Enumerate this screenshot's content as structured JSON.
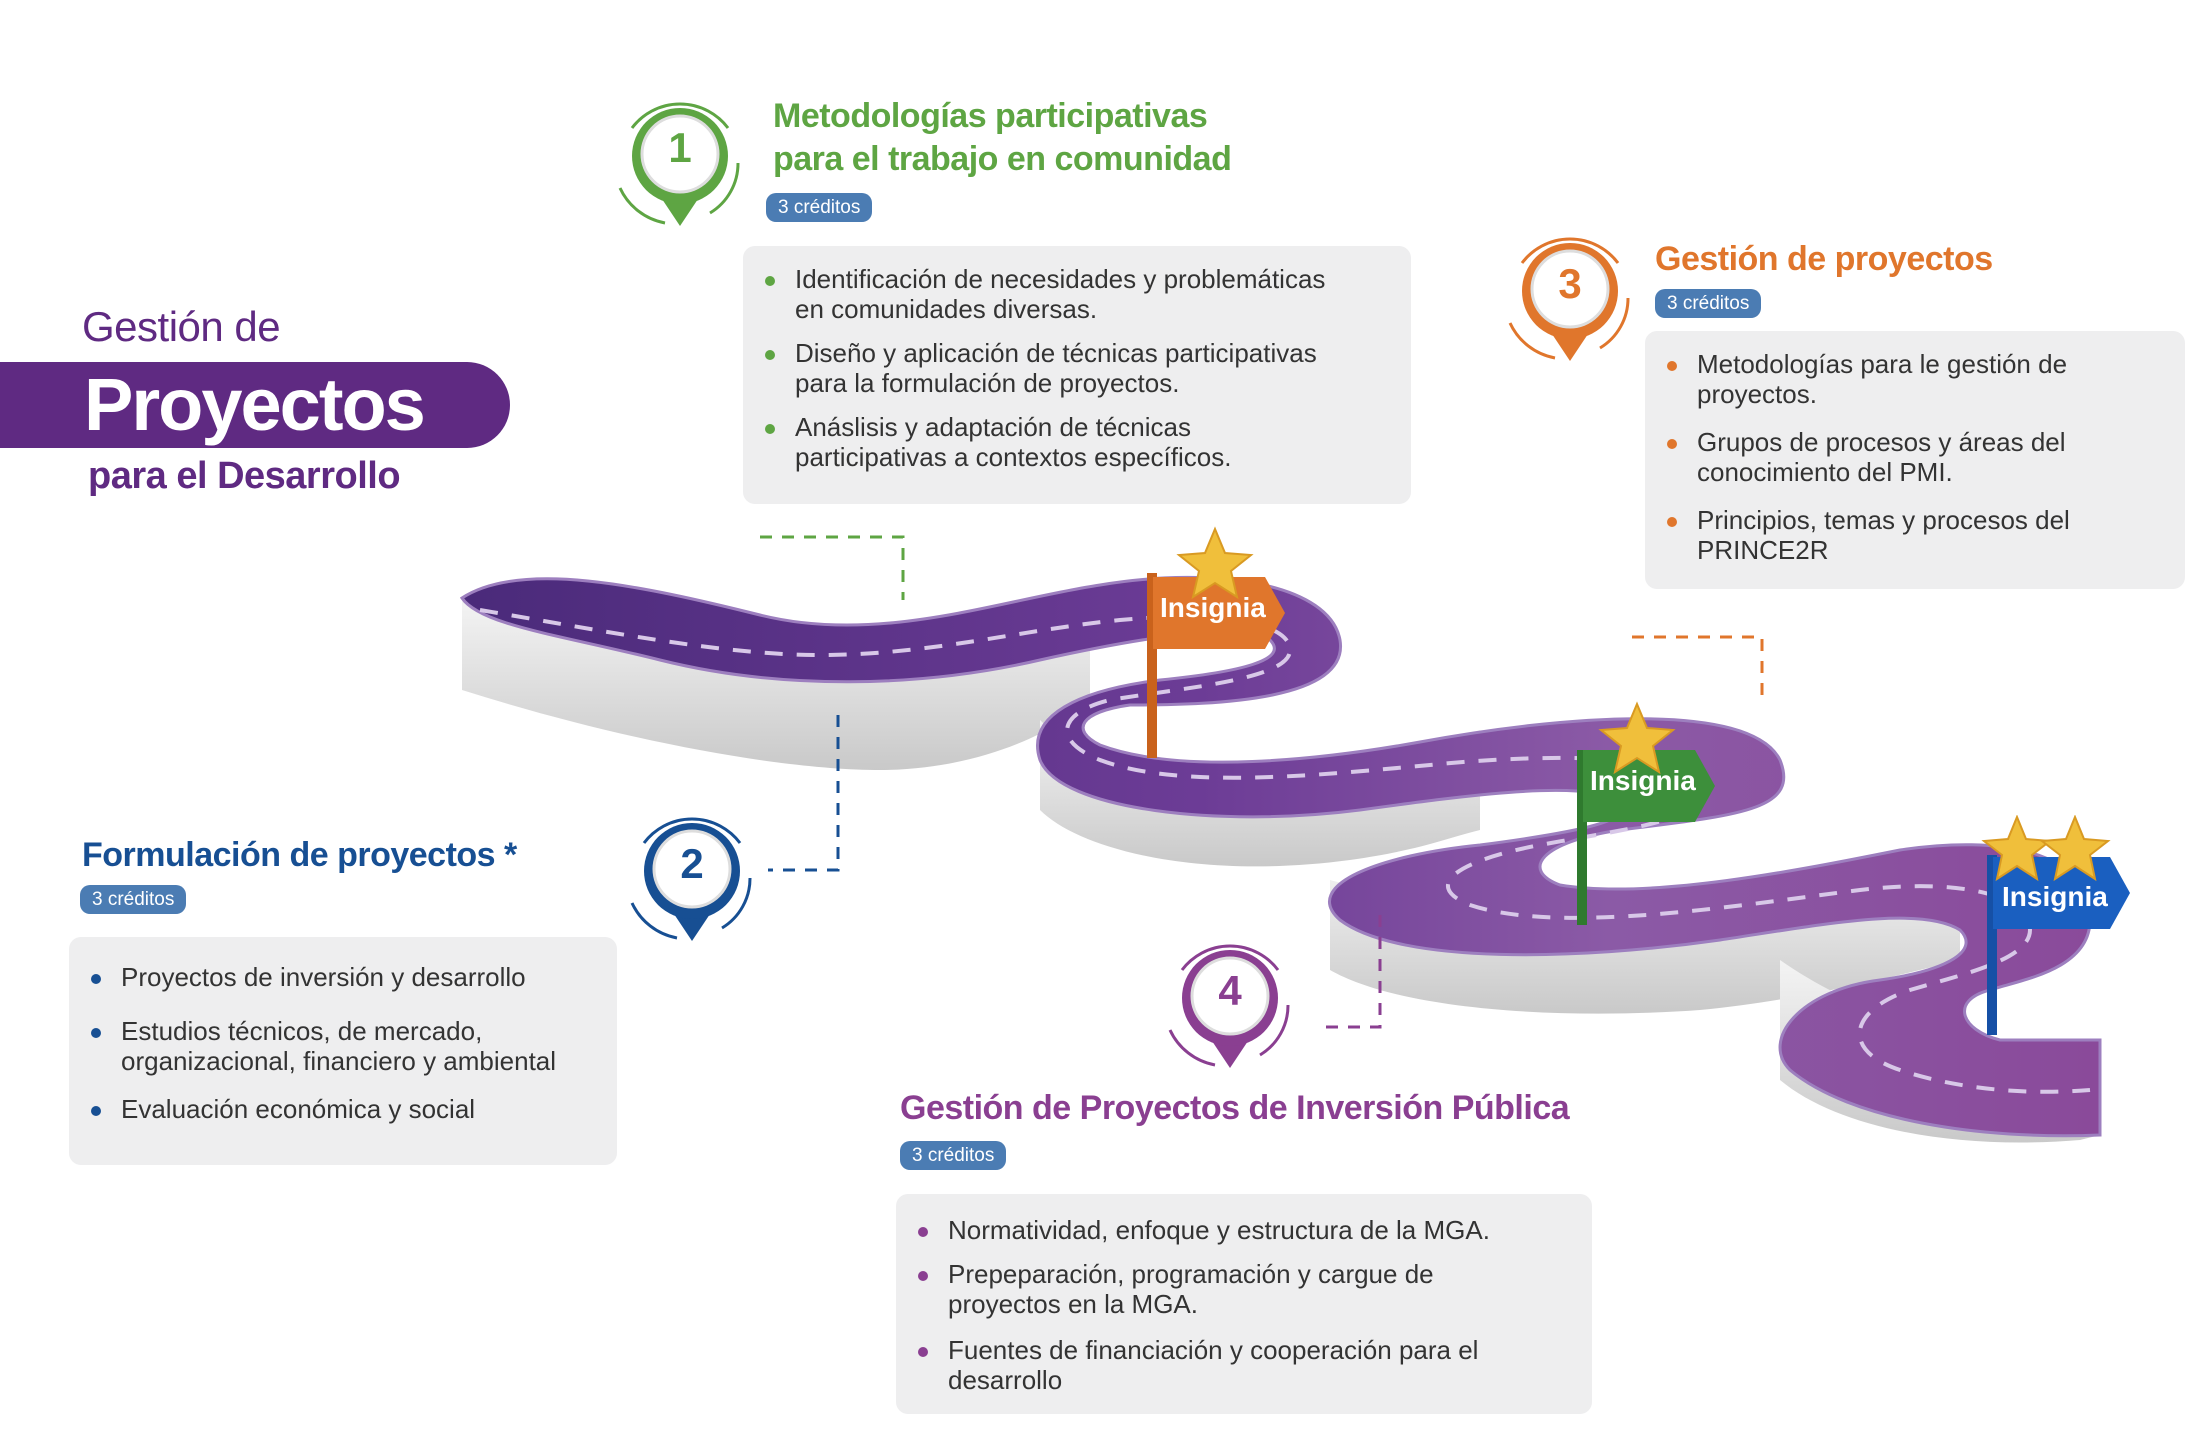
{
  "title": {
    "line1": "Gestión de",
    "line2": "Proyectos",
    "line3": "para el Desarrollo"
  },
  "colors": {
    "purple": "#5f2a82",
    "green": "#5ea543",
    "blue": "#174f93",
    "orange": "#e0762c",
    "violet": "#8a3f91",
    "badge": "#4b7cb3",
    "box": "#eeeeef"
  },
  "modules": [
    {
      "number": "1",
      "title_line1": "Metodologías participativas",
      "title_line2": "para el trabajo en comunidad",
      "credits": "3 créditos",
      "items": [
        {
          "l1": "Identificación de necesidades y problemáticas",
          "l2": "en comunidades diversas."
        },
        {
          "l1": "Diseño y aplicación de técnicas participativas",
          "l2": "para la formulación de proyectos."
        },
        {
          "l1": "Anáslisis y adaptación de técnicas",
          "l2": "participativas a contextos específicos."
        }
      ]
    },
    {
      "number": "2",
      "title": "Formulación de proyectos *",
      "credits": "3 créditos",
      "items": [
        {
          "l1": "Proyectos de inversión y desarrollo",
          "l2": ""
        },
        {
          "l1": "Estudios técnicos, de mercado,",
          "l2": "organizacional, financiero y ambiental"
        },
        {
          "l1": "Evaluación económica y social",
          "l2": ""
        }
      ]
    },
    {
      "number": "3",
      "title": "Gestión de proyectos",
      "credits": "3 créditos",
      "items": [
        {
          "l1": "Metodologías para le gestión de",
          "l2": "proyectos."
        },
        {
          "l1": "Grupos de procesos y áreas del",
          "l2": "conocimiento del PMI."
        },
        {
          "l1": "Principios, temas y procesos del",
          "l2": "PRINCE2R"
        }
      ]
    },
    {
      "number": "4",
      "title": "Gestión de Proyectos de Inversión Pública",
      "credits": "3 créditos",
      "items": [
        {
          "l1": "Normatividad, enfoque y estructura de la MGA.",
          "l2": ""
        },
        {
          "l1": "Prepeparación, programación y cargue de",
          "l2": "proyectos en la MGA."
        },
        {
          "l1": "Fuentes de financiación y cooperación para el",
          "l2": "desarrollo"
        }
      ]
    }
  ],
  "flags": [
    {
      "label": "Insignia",
      "stars": 1,
      "color": "#e0762c"
    },
    {
      "label": "Insignia",
      "stars": 1,
      "color": "#3d8f3b"
    },
    {
      "label": "Insignia",
      "stars": 2,
      "color": "#1a5fc0"
    }
  ]
}
